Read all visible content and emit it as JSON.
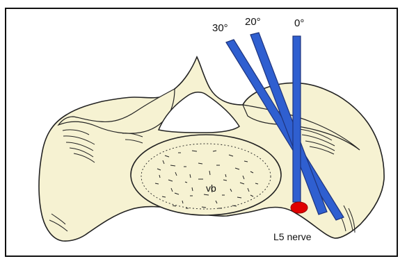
{
  "figure": {
    "angle_labels": {
      "thirty": "30°",
      "twenty": "20°",
      "zero": "0°"
    },
    "body_label": "vb",
    "nerve_label": "L5 nerve"
  },
  "colors": {
    "bone_fill": "#f6f2d2",
    "bone_outline": "#222222",
    "needle_blue": "#2f5fd0",
    "needle_outline": "#1e347d",
    "nerve_red": "#e00000"
  }
}
